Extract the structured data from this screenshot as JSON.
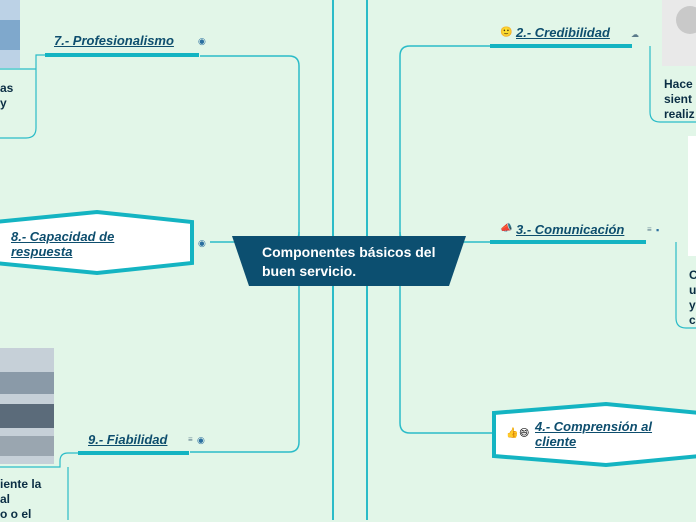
{
  "central": {
    "title": "Componentes básicos del buen servicio."
  },
  "topics": {
    "credibilidad": {
      "label": "2.- Credibilidad",
      "icons": [
        "smiley-icon",
        "cloud-icon"
      ]
    },
    "comunicacion": {
      "label": "3.- Comunicación",
      "icons": [
        "megaphone-icon",
        "notes-icon",
        "image-icon"
      ]
    },
    "comprension": {
      "label": "4.- Comprensión al cliente",
      "icons": [
        "thumbs-up-icon",
        "happy-face-icon"
      ]
    },
    "profesionalismo": {
      "label": "7.- Profesionalismo",
      "icons": [
        "globe-icon"
      ]
    },
    "capacidad": {
      "label": "8.- Capacidad de respuesta",
      "icons": [
        "globe-icon"
      ]
    },
    "fiabilidad": {
      "label": "9.- Fiabilidad",
      "icons": [
        "notes-icon",
        "globe-icon"
      ]
    }
  },
  "subtexts": {
    "credibilidad": [
      "Hace",
      "sient",
      "realiz"
    ],
    "comunicacion": [
      "C",
      "u",
      "y",
      "c"
    ],
    "profesionalismo": [
      "as",
      "y"
    ],
    "fiabilidad": [
      "iente la",
      "al",
      "o o el"
    ]
  },
  "colors": {
    "background": "#e2f6e8",
    "line": "#2bbcc8",
    "central": "#0c4f70",
    "label": "#0e4e6e"
  }
}
